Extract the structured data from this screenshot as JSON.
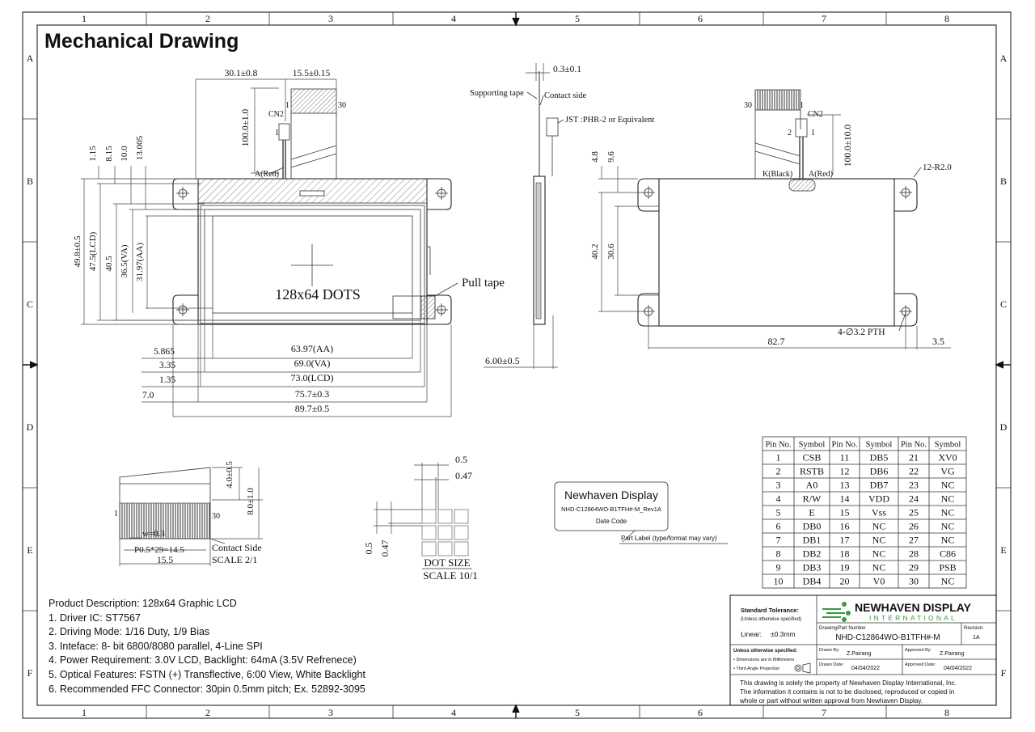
{
  "title": "Mechanical Drawing",
  "border": {
    "cols": [
      "1",
      "2",
      "3",
      "4",
      "5",
      "6",
      "7",
      "8"
    ],
    "rows": [
      "A",
      "B",
      "C",
      "D",
      "E",
      "F"
    ]
  },
  "front_view": {
    "dim_top_1": "30.1±0.8",
    "dim_top_2": "15.5±0.15",
    "dim_ffc_len": "100.0±1.0",
    "cn2_label": "CN2",
    "pin1": "1",
    "pin30": "30",
    "pin1b": "1",
    "a_red": "A(Red)",
    "v_1_15": "1.15",
    "v_8_15": "8.15",
    "v_10_0": "10.0",
    "v_13_005": "13.005",
    "v_49_8": "49.8±0.5",
    "v_47_5": "47.5(LCD)",
    "v_40_5": "40.5",
    "v_36_5": "36.5(VA)",
    "v_31_97": "31.97(AA)",
    "center_text": "128x64 DOTS",
    "pull_tape": "Pull tape",
    "h_5_865": "5.865",
    "h_3_35": "3.35",
    "h_1_35": "1.35",
    "h_7_0": "7.0",
    "h_63_97": "63.97(AA)",
    "h_69_0": "69.0(VA)",
    "h_73_0": "73.0(LCD)",
    "h_75_7": "75.7±0.3",
    "h_89_7": "89.7±0.5"
  },
  "side_view": {
    "dim_0_3": "0.3±0.1",
    "supporting_tape": "Supporting tape",
    "contact_side": "Contact side",
    "jst": "JST :PHR-2 or Equivalent",
    "thickness": "6.00±0.5"
  },
  "rear_view": {
    "pin30": "30",
    "pin1": "1",
    "cn2": "CN2",
    "pin2": "2",
    "pin1b": "1",
    "dim_ffc": "100.0±10.0",
    "k_black": "K(Black)",
    "a_red": "A(Red)",
    "radius": "12-R2.0",
    "v_4_8": "4.8",
    "v_9_6": "9.6",
    "v_40_2": "40.2",
    "v_30_6": "30.6",
    "pth": "4-∅3.2 PTH",
    "h_82_7": "82.7",
    "h_3_5": "3.5"
  },
  "ffc_detail": {
    "d_4_0": "4.0±0.5",
    "d_8_0": "8.0±1.0",
    "pin1": "1",
    "pin30": "30",
    "w": "w=0.3",
    "pitch": "P0.5*29=14.5",
    "width": "15.5",
    "contact_side": "Contact Side",
    "scale": "SCALE 2/1"
  },
  "dot_detail": {
    "d_0_5": "0.5",
    "d_0_47": "0.47",
    "v_0_5": "0.5",
    "v_0_47": "0.47",
    "label": "DOT SIZE",
    "scale": "SCALE 10/1"
  },
  "part_label": {
    "brand": "Newhaven Display",
    "part": "NHD-C12864WO-B1TFH#-M_Rev1A",
    "date": "Date Code",
    "caption": "Part Label (type/format may vary)"
  },
  "pin_table": {
    "headers": [
      "Pin No.",
      "Symbol",
      "Pin No.",
      "Symbol",
      "Pin No.",
      "Symbol"
    ],
    "rows": [
      [
        "1",
        "CSB",
        "11",
        "DB5",
        "21",
        "XV0"
      ],
      [
        "2",
        "RSTB",
        "12",
        "DB6",
        "22",
        "VG"
      ],
      [
        "3",
        "A0",
        "13",
        "DB7",
        "23",
        "NC"
      ],
      [
        "4",
        "R/W",
        "14",
        "VDD",
        "24",
        "NC"
      ],
      [
        "5",
        "E",
        "15",
        "Vss",
        "25",
        "NC"
      ],
      [
        "6",
        "DB0",
        "16",
        "NC",
        "26",
        "NC"
      ],
      [
        "7",
        "DB1",
        "17",
        "NC",
        "27",
        "NC"
      ],
      [
        "8",
        "DB2",
        "18",
        "NC",
        "28",
        "C86"
      ],
      [
        "9",
        "DB3",
        "19",
        "NC",
        "29",
        "PSB"
      ],
      [
        "10",
        "DB4",
        "20",
        "V0",
        "30",
        "NC"
      ]
    ]
  },
  "notes": [
    "Product Description: 128x64 Graphic LCD",
    "1. Driver IC: ST7567",
    "2. Driving Mode: 1/16 Duty, 1/9 Bias",
    "3. Inteface: 8- bit 6800/8080 parallel, 4-Line SPI",
    "4. Power Requirement: 3.0V LCD, Backlight: 64mA (3.5V Refrenece)",
    "5. Optical Features: FSTN (+) Transflective, 6:00 View, White Backlight",
    "6. Recommended FFC Connector: 30pin 0.5mm pitch; Ex. 52892-3095"
  ],
  "title_block": {
    "std_tol": "Standard Tolerance:",
    "unless": "(Unless otherwise specified)",
    "linear": "Linear:",
    "linear_val": "±0.3mm",
    "company": "NEWHAVEN DISPLAY",
    "international": "INTERNATIONAL",
    "dp_label": "Drawing/Part Number",
    "dp_value": "NHD-C12864WO-B1TFH#-M",
    "rev_label": "Revision:",
    "rev_value": "1A",
    "unless2": "Unless otherwise specified:",
    "units": "• Dimensions are in Millimeters",
    "projection": "• Third Angle Projection",
    "drawn_by_label": "Drawn By:",
    "drawn_by": "Z.Pairang",
    "approved_by_label": "Approved By:",
    "approved_by": "Z.Pairang",
    "drawn_date_label": "Drawn Date:",
    "drawn_date": "04/04/2022",
    "approved_date_label": "Approved Date:",
    "approved_date": "04/04/2022",
    "prop_1": "This drawing is solely the property of Newhaven Display International, Inc.",
    "prop_2": "The information it contains is not to be disclosed, reproduced or copied in",
    "prop_3": "whole or part without written approval from Newhaven Display."
  },
  "colors": {
    "logo_green": "#3a9a3a",
    "ink": "#111111"
  }
}
